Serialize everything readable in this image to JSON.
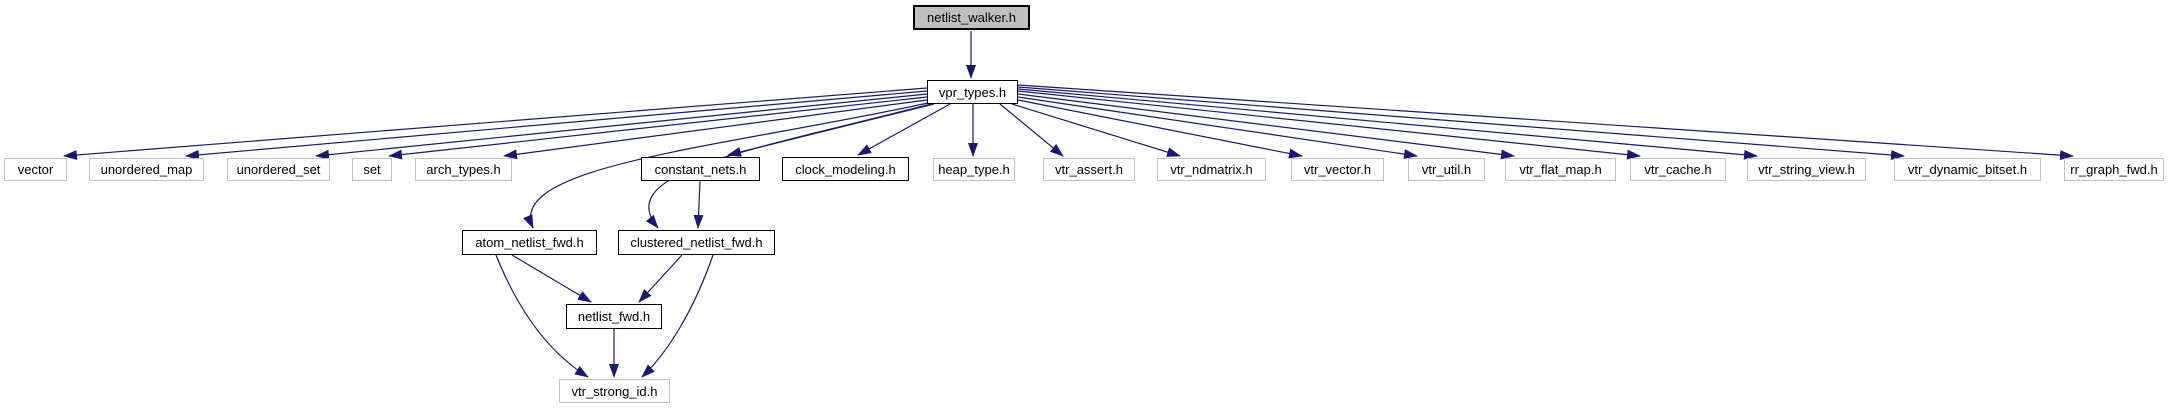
{
  "diagram": {
    "type": "include-dependency-graph",
    "colors": {
      "edge": "#191970",
      "linked_border": "#000000",
      "plain_border": "#c0c0c0",
      "highlight_fill": "#bfbfbf",
      "node_fill": "#ffffff",
      "text": "#000000"
    },
    "nodes": [
      {
        "id": "netlist_walker",
        "label": "netlist_walker.h",
        "style": "highlight"
      },
      {
        "id": "vpr_types",
        "label": "vpr_types.h",
        "style": "linked"
      },
      {
        "id": "vector",
        "label": "vector",
        "style": "plain"
      },
      {
        "id": "unordered_map",
        "label": "unordered_map",
        "style": "plain"
      },
      {
        "id": "unordered_set",
        "label": "unordered_set",
        "style": "plain"
      },
      {
        "id": "set",
        "label": "set",
        "style": "plain"
      },
      {
        "id": "arch_types",
        "label": "arch_types.h",
        "style": "plain"
      },
      {
        "id": "constant_nets",
        "label": "constant_nets.h",
        "style": "linked"
      },
      {
        "id": "clock_modeling",
        "label": "clock_modeling.h",
        "style": "linked"
      },
      {
        "id": "heap_type",
        "label": "heap_type.h",
        "style": "plain"
      },
      {
        "id": "vtr_assert",
        "label": "vtr_assert.h",
        "style": "plain"
      },
      {
        "id": "vtr_ndmatrix",
        "label": "vtr_ndmatrix.h",
        "style": "plain"
      },
      {
        "id": "vtr_vector",
        "label": "vtr_vector.h",
        "style": "plain"
      },
      {
        "id": "vtr_util",
        "label": "vtr_util.h",
        "style": "plain"
      },
      {
        "id": "vtr_flat_map",
        "label": "vtr_flat_map.h",
        "style": "plain"
      },
      {
        "id": "vtr_cache",
        "label": "vtr_cache.h",
        "style": "plain"
      },
      {
        "id": "vtr_string_view",
        "label": "vtr_string_view.h",
        "style": "plain"
      },
      {
        "id": "vtr_dynamic_bitset",
        "label": "vtr_dynamic_bitset.h",
        "style": "plain"
      },
      {
        "id": "rr_graph_fwd",
        "label": "rr_graph_fwd.h",
        "style": "plain"
      },
      {
        "id": "atom_netlist_fwd",
        "label": "atom_netlist_fwd.h",
        "style": "linked"
      },
      {
        "id": "clustered_netlist_fwd",
        "label": "clustered_netlist_fwd.h",
        "style": "linked"
      },
      {
        "id": "netlist_fwd",
        "label": "netlist_fwd.h",
        "style": "linked"
      },
      {
        "id": "vtr_strong_id",
        "label": "vtr_strong_id.h",
        "style": "plain"
      }
    ],
    "edges": [
      {
        "from": "netlist_walker",
        "to": "vpr_types"
      },
      {
        "from": "vpr_types",
        "to": "vector"
      },
      {
        "from": "vpr_types",
        "to": "unordered_map"
      },
      {
        "from": "vpr_types",
        "to": "unordered_set"
      },
      {
        "from": "vpr_types",
        "to": "set"
      },
      {
        "from": "vpr_types",
        "to": "arch_types"
      },
      {
        "from": "vpr_types",
        "to": "constant_nets"
      },
      {
        "from": "vpr_types",
        "to": "clock_modeling"
      },
      {
        "from": "vpr_types",
        "to": "heap_type"
      },
      {
        "from": "vpr_types",
        "to": "vtr_assert"
      },
      {
        "from": "vpr_types",
        "to": "vtr_ndmatrix"
      },
      {
        "from": "vpr_types",
        "to": "vtr_vector"
      },
      {
        "from": "vpr_types",
        "to": "vtr_util"
      },
      {
        "from": "vpr_types",
        "to": "vtr_flat_map"
      },
      {
        "from": "vpr_types",
        "to": "vtr_cache"
      },
      {
        "from": "vpr_types",
        "to": "vtr_string_view"
      },
      {
        "from": "vpr_types",
        "to": "vtr_dynamic_bitset"
      },
      {
        "from": "vpr_types",
        "to": "rr_graph_fwd"
      },
      {
        "from": "vpr_types",
        "to": "atom_netlist_fwd"
      },
      {
        "from": "vpr_types",
        "to": "clustered_netlist_fwd"
      },
      {
        "from": "constant_nets",
        "to": "clustered_netlist_fwd"
      },
      {
        "from": "atom_netlist_fwd",
        "to": "netlist_fwd"
      },
      {
        "from": "clustered_netlist_fwd",
        "to": "netlist_fwd"
      },
      {
        "from": "atom_netlist_fwd",
        "to": "vtr_strong_id"
      },
      {
        "from": "clustered_netlist_fwd",
        "to": "vtr_strong_id"
      },
      {
        "from": "netlist_fwd",
        "to": "vtr_strong_id"
      }
    ]
  }
}
